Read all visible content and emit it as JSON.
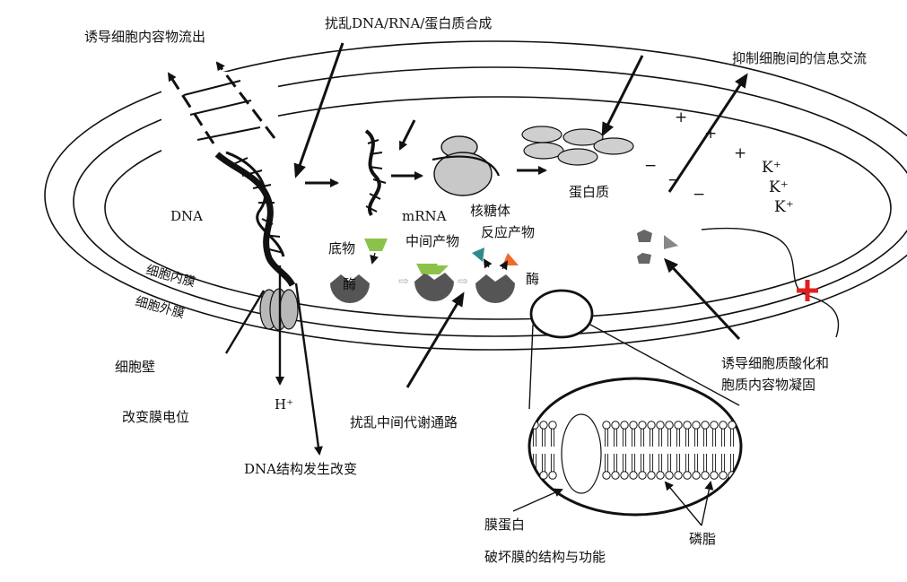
{
  "labels": {
    "outflow": "诱导细胞内容物流出",
    "disrupt_synthesis": "扰乱DNA/RNA/蛋白质合成",
    "inhibit_communication": "抑制细胞间的信息交流",
    "dna": "DNA",
    "mrna": "mRNA",
    "ribosome": "核糖体",
    "protein": "蛋白质",
    "substrate": "底物",
    "intermediate": "中间产物",
    "reaction_product": "反应产物",
    "enzyme_left": "酶",
    "enzyme_right": "酶",
    "inner_membrane": "细胞内膜",
    "outer_membrane": "细胞外膜",
    "cell_wall": "细胞壁",
    "change_potential": "改变膜电位",
    "h_plus": "H⁺",
    "dna_change": "DNA结构发生改变",
    "disrupt_metabolism": "扰乱中间代谢通路",
    "acidify_line1": "诱导细胞质酸化和",
    "acidify_line2": "胞质内容物凝固",
    "membrane_protein": "膜蛋白",
    "phospholipid": "磷脂",
    "destroy_membrane": "破坏膜的结构与功能",
    "k1": "K⁺",
    "k2": "K⁺",
    "k3": "K⁺",
    "plus1": "+",
    "plus2": "+",
    "plus3": "+",
    "minus1": "−",
    "minus2": "−",
    "minus3": "−"
  },
  "colors": {
    "ink": "#111111",
    "substrate_green": "#8bc34a",
    "enzyme_gray": "#555555",
    "ribosome_gray": "#c8c8c8",
    "channel_gray": "#b8b8b8",
    "block_red": "#e02020",
    "product_teal": "#2e8b8b",
    "product_orange": "#f06a2a"
  }
}
